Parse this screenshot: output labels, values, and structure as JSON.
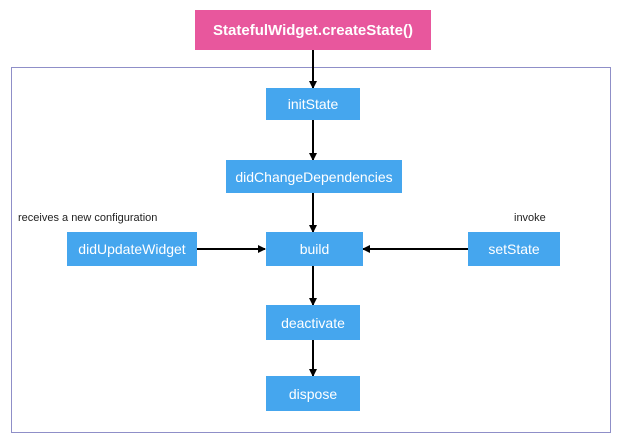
{
  "nodes": {
    "create_state": "StatefulWidget.createState()",
    "init_state": "initState",
    "did_change_dependencies": "didChangeDependencies",
    "build": "build",
    "did_update_widget": "didUpdateWidget",
    "set_state": "setState",
    "deactivate": "deactivate",
    "dispose": "dispose"
  },
  "annotations": {
    "receives_config": "receives a new configuration",
    "invoke": "invoke"
  },
  "colors": {
    "node_fill": "#45a6ee",
    "entry_node_fill": "#e8579d",
    "frame_border": "#8f8fc8",
    "arrow": "#000000"
  }
}
